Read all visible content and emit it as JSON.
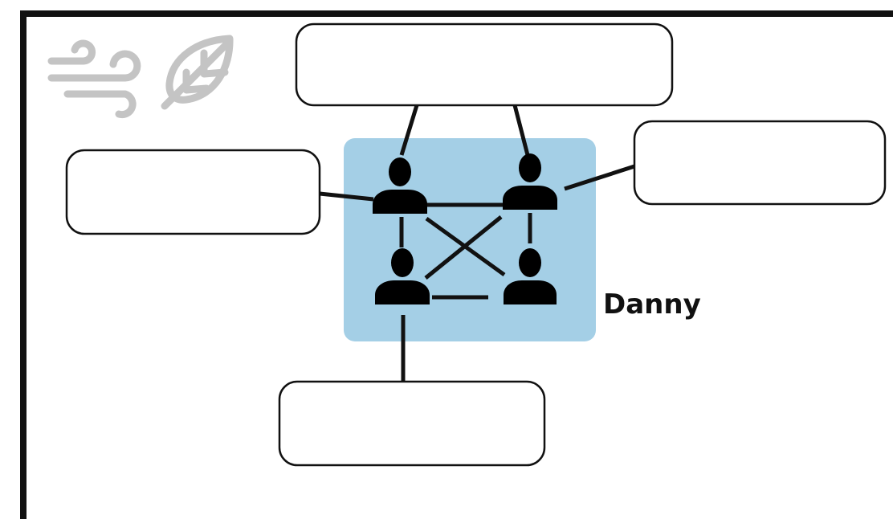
{
  "diagram": {
    "person_label": "Danny",
    "colors": {
      "group_fill": "#a4cfe6",
      "ink": "#111111",
      "decoration": "#c4c4c4"
    },
    "icons": [
      "wind-icon",
      "leaf-icon",
      "person-icon"
    ],
    "text_boxes": [
      {
        "id": "top",
        "text": ""
      },
      {
        "id": "right",
        "text": ""
      },
      {
        "id": "left",
        "text": ""
      },
      {
        "id": "bottom",
        "text": ""
      }
    ]
  }
}
